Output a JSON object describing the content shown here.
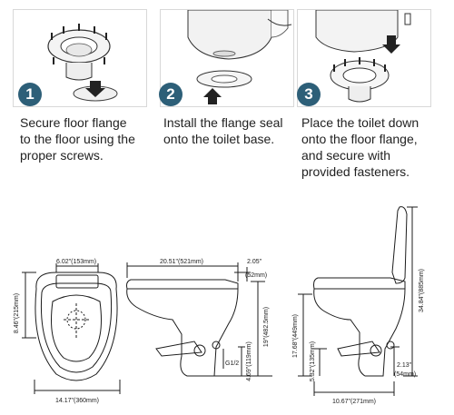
{
  "steps": [
    {
      "number": "1",
      "text": "Secure floor flange\nto the floor using the\nproper screws."
    },
    {
      "number": "2",
      "text": "Install the flange seal\nonto the toilet base."
    },
    {
      "number": "3",
      "text": "Place the toilet down\nonto the floor flange,\nand secure with\nprovided fasteners."
    }
  ],
  "dimensions": {
    "top_width": "6.02\"(153mm)",
    "top_length": "8.46\"(215mm)",
    "overall_width": "14.17\"(360mm)",
    "side_length": "20.51\"(521mm)",
    "seat_offset_in": "2.05\"",
    "seat_offset_mm": "(52mm)",
    "side_height": "19\"(482.5mm)",
    "outlet_height": "4.69\"(119mm)",
    "inlet_thread": "G1/2",
    "back_height": "17.68\"(449mm)",
    "back_outlet": "5.32\"(135mm)",
    "overall_height": "34.84\"(885mm)",
    "back_offset_in": "2.13\"",
    "back_offset_mm": "(54mm)",
    "back_depth": "10.67\"(271mm)"
  },
  "colors": {
    "badge": "#2d5f78",
    "line": "#1c1c1c"
  }
}
